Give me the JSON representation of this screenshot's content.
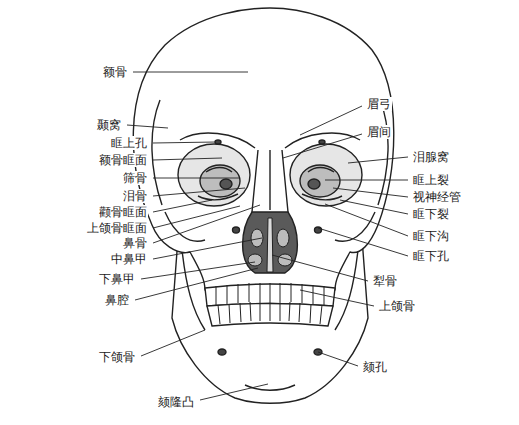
{
  "diagram": {
    "labels": [
      "额骨",
      "颞窝",
      "眶上孔",
      "额骨眶面",
      "筛骨",
      "泪骨",
      "颧骨眶面",
      "上颌骨眶面",
      "鼻骨",
      "中鼻甲",
      "下鼻甲",
      "鼻腔",
      "下颌骨",
      "颏隆凸",
      "眉弓",
      "眉间",
      "泪腺窝",
      "眶上裂",
      "视神经管",
      "眶下裂",
      "眶下沟",
      "眶下孔",
      "犁骨",
      "上颌骨",
      "颏孔"
    ]
  }
}
